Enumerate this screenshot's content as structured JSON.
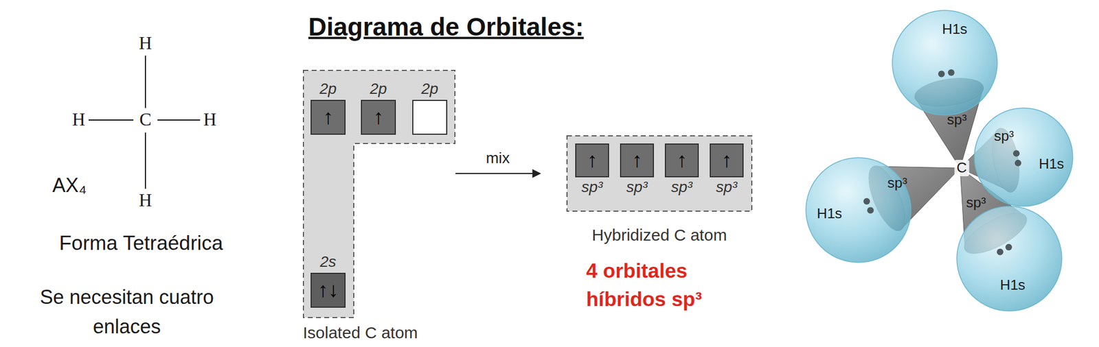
{
  "diagram": {
    "title": "Diagrama de Orbitales:",
    "nodes": [
      {
        "text": [
          "Isolated C atom"
        ]
      },
      {
        "text": [
          "2p",
          "↑"
        ],
        "in": 0
      },
      {
        "text": [
          "2p",
          "↑"
        ],
        "in": 0
      },
      {
        "text": [
          "2p"
        ],
        "in": 0
      },
      {
        "text": [
          "2s",
          "↑↓"
        ],
        "in": 0
      },
      {
        "text": [
          "Hybridized C atom"
        ]
      },
      {
        "text": [
          "↑",
          "sp³"
        ],
        "in": 5
      },
      {
        "text": [
          "↑",
          "sp³"
        ],
        "in": 5
      },
      {
        "text": [
          "↑",
          "sp³"
        ],
        "in": 5
      },
      {
        "text": [
          "↑",
          "sp³"
        ],
        "in": 5
      }
    ],
    "edges": [
      {
        "from": 0,
        "to": 5,
        "label": "mix",
        "arrow": "to"
      }
    ],
    "labels": [
      "H",
      "H",
      "C",
      "H",
      "H",
      "AX₄",
      "Forma Tetraédrica",
      "Se necesitan cuatro enlaces",
      "4 orbitales híbridos sp³",
      "H1s",
      "sp³",
      "sp³",
      "C",
      "H1s",
      "sp³",
      "H1s",
      "sp³",
      "H1s"
    ]
  }
}
